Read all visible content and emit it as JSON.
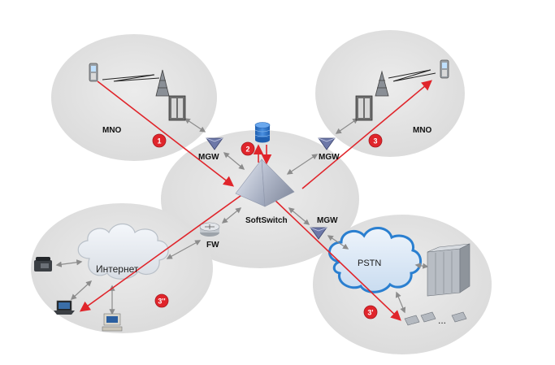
{
  "labels": {
    "mno_left": "MNO",
    "mno_right": "MNO",
    "mgw_left": "MGW",
    "mgw_right": "MGW",
    "mgw_bottom": "MGW",
    "softswitch": "SoftSwitch",
    "fw": "FW",
    "internet": "Интернет",
    "pstn": "PSTN",
    "ellipsis": "..."
  },
  "badges": [
    "1",
    "2",
    "3",
    "3'",
    "3''"
  ],
  "colors": {
    "call_path": "#e0252b",
    "badge": "#e0252b",
    "zone": "#e6e6e6",
    "cloud": "#dfe9f5",
    "cloud_outline": "#2a7fd0",
    "link": "#8c8c8c"
  },
  "icons": [
    "mobile-phone-icon",
    "antenna-tower-icon",
    "base-station-icon",
    "mgw-gateway-icon",
    "database-icon",
    "softswitch-pyramid-icon",
    "router-icon",
    "desk-phone-icon",
    "laptop-icon",
    "desktop-computer-icon",
    "server-rack-icon",
    "internet-cloud-icon",
    "pstn-cloud-icon"
  ]
}
